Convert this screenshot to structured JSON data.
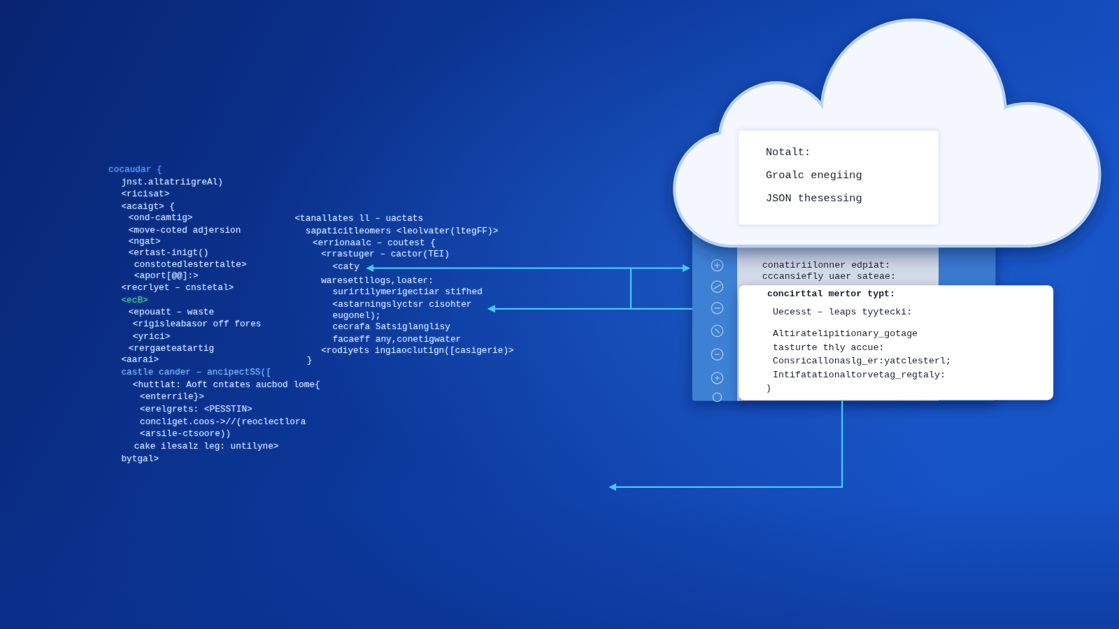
{
  "diagram": {
    "nodes": [
      {
        "text": [
          "Notalt:",
          "Groalc enegiing",
          "JSON thesessing"
        ]
      },
      {
        "text": [
          "conatiriilonner edpiat:",
          "cccansiefly uaer sateae:"
        ]
      },
      {
        "text": [
          "concirttal mertor typt:",
          "Uecesst – leaps tyytecki:",
          "Altiratelipitionary_gotage",
          "tasturte thly accue:",
          "Consricallonaslg_er:yatclesterl;",
          "Intifatationaltorvetag_regtaly:",
          ")"
        ]
      }
    ],
    "labels": [
      "cocaudar {",
      "jnst.altatriigreAl)",
      "<ricisat>",
      "<acaigt> {",
      "<ond-camtig>",
      "<move-coted adjersion",
      "<ngat>",
      "<ertast-inigt()",
      "constotedlestertalte>",
      "<aport[@@]:>",
      "<recrlyet – cnstetal>",
      "<ecB>",
      "<epouatt – waste",
      "<rigisleabasor off fores",
      "<yrici>",
      "<rergaeteatartig",
      "<aarai>",
      "castle cander – ancipectSS([",
      "<huttlat: Aoft cntates aucbod lome{",
      "<enterrile}>",
      "<erelgrets: <PESSTIN>",
      "concliget.coos->//(reoclectlora",
      "<arsile-ctsoore))",
      "cake ilesalz leg: untilyne>",
      "bytgal>",
      "<tanallates ll – uactats",
      "sapaticitleomers <leolvater(ltegFF)>",
      "<errionaalc – coutest {",
      "<rrastuger – cactor(TEI)",
      "<caty",
      "waresettllogs,loater:",
      "surirtilymerigectiar stifhed",
      "<astarningslyctsr cisohter",
      "eugonel);",
      "cecrafa Satsiglanglisy",
      "facaeff any,conetigwater",
      "<rodiyets ingiaoclutign([casigerie)>",
      "}"
    ]
  }
}
